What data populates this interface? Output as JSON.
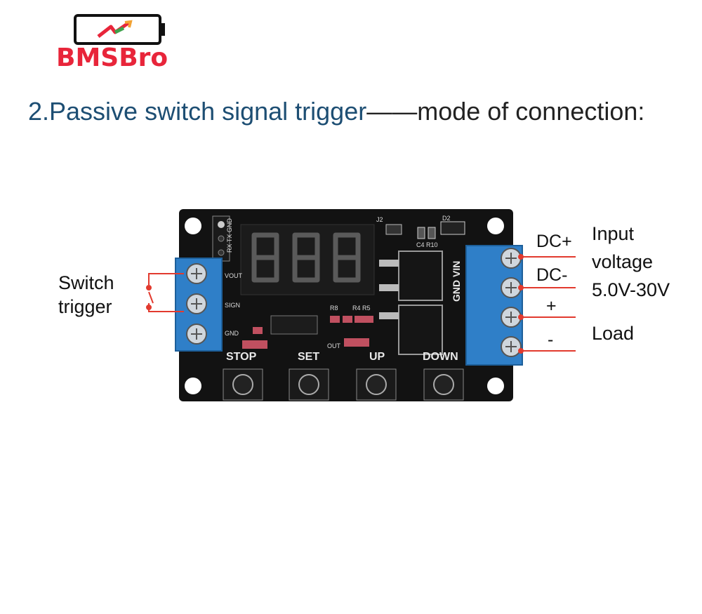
{
  "brand": {
    "name": "BMSBro"
  },
  "heading": {
    "part1": "2.Passive switch signal trigger",
    "part2": "mode of connection:"
  },
  "labels": {
    "switch_trigger_1": "Switch",
    "switch_trigger_2": "trigger",
    "dc_plus": "DC+",
    "dc_minus": "DC-",
    "load_plus": "+",
    "load_minus": "-",
    "input_1": "Input",
    "input_2": "voltage",
    "input_3": "5.0V-30V",
    "load": "Load"
  },
  "board": {
    "buttons": [
      "STOP",
      "SET",
      "UP",
      "DOWN"
    ],
    "left_terminals": [
      "VOUT",
      "SIGN",
      "GND"
    ],
    "right_terminals_label": "GND VIN",
    "header_pins": "RX TX GND",
    "components": {
      "j2": "J2",
      "d2": "D2",
      "c4r10": "C4 R10",
      "r8": "R8",
      "r4r5": "R4 R5",
      "out": "OUT"
    },
    "display_value": "888"
  },
  "colors": {
    "brand_red": "#e8253a",
    "heading_blue": "#1d4e73",
    "wire_red": "#e23a2e",
    "terminal_blue": "#2f7fc8",
    "pcb": "#111111"
  }
}
